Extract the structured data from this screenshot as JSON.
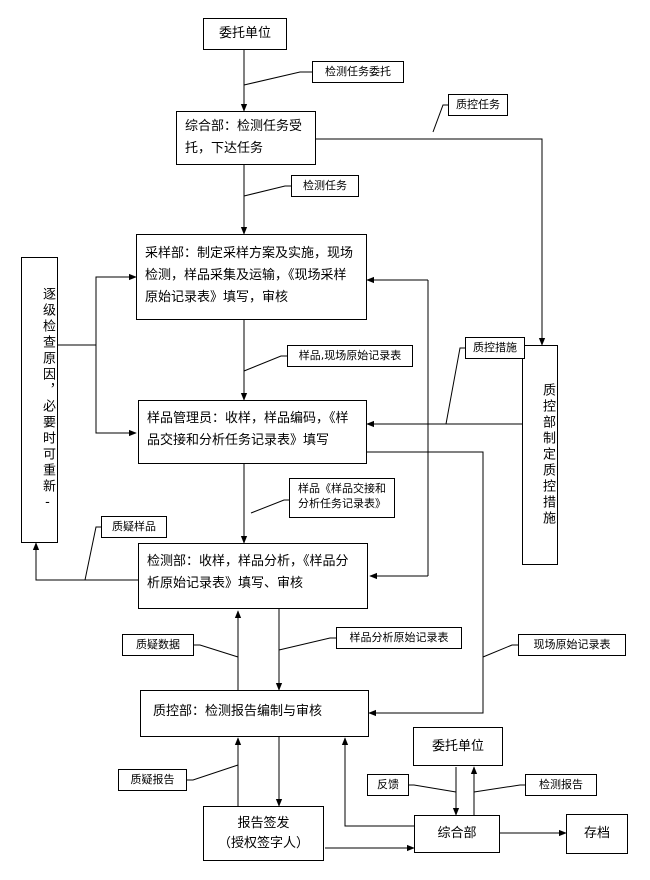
{
  "nodes": {
    "client_top": "委托单位",
    "general_dept": "综合部：检测任务受托，下达任务",
    "sampling_dept": "采样部：制定采样方案及实施，现场检测，样品采集及运输，《现场采样原始记录表》填写，审核",
    "sample_admin": "样品管理员：收样，样品编码，《样品交接和分析任务记录表》填写",
    "testing_dept": "检测部：收样，样品分析，《样品分析原始记录表》填写、审核",
    "qc_report": "质控部：检测报告编制与审核",
    "report_issue_line1": "报告签发",
    "report_issue_line2": "（授权签字人）",
    "client_bottom": "委托单位",
    "general_dept_bottom": "综合部",
    "archive": "存档",
    "investigate": "逐级检查原因，必要时可重新-",
    "qc_measures_box": "质控部制定质控措施"
  },
  "labels": {
    "task_entrust": "检测任务委托",
    "qc_task": "质控任务",
    "test_task": "检测任务",
    "samples_records": "样品,现场原始记录表",
    "qc_measures": "质控措施",
    "samples_handover_line1": "样品《样品交接和",
    "samples_handover_line2": "分析任务记录表》",
    "suspect_samples": "质疑样品",
    "suspect_data": "质疑数据",
    "analysis_records": "样品分析原始记录表",
    "field_records": "现场原始记录表",
    "suspect_report": "质疑报告",
    "feedback": "反馈",
    "test_report": "检测报告"
  }
}
